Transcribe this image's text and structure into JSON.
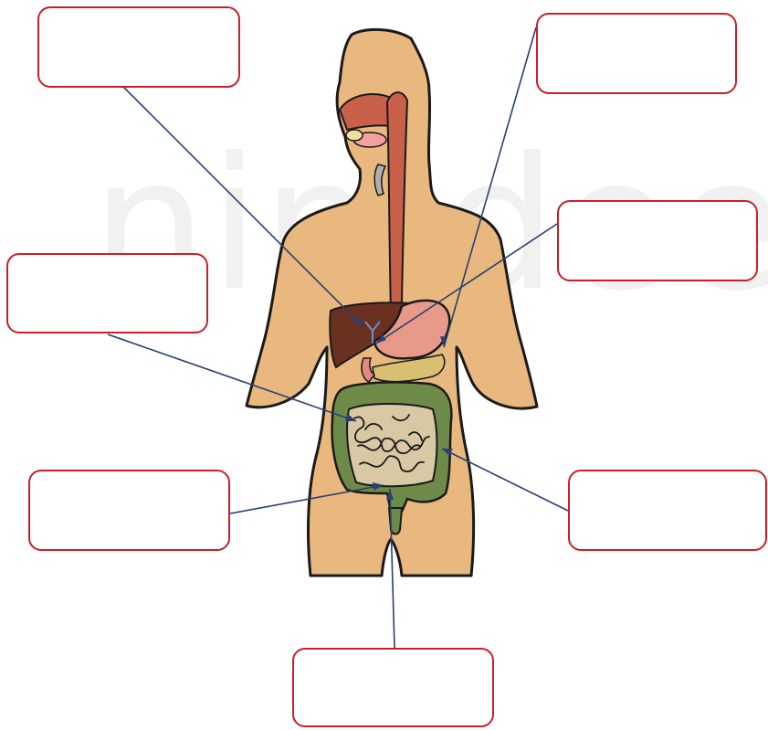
{
  "watermark": {
    "text": "nimdee"
  },
  "colors": {
    "skin": "#e8b87e",
    "outline": "#1a1a1a",
    "esophagus": "#c8604a",
    "liver": "#6a3020",
    "stomach": "#e89a8a",
    "pancreas": "#d8c070",
    "large_intestine": "#6e8a48",
    "small_intestine": "#d8c8a4",
    "leader_line": "#2a3f72",
    "box_border": "#c8202a"
  },
  "label_boxes": [
    {
      "id": "top-left",
      "text": ""
    },
    {
      "id": "top-right",
      "text": ""
    },
    {
      "id": "mid-right",
      "text": ""
    },
    {
      "id": "mid-left",
      "text": ""
    },
    {
      "id": "low-left",
      "text": ""
    },
    {
      "id": "low-right",
      "text": ""
    },
    {
      "id": "bottom",
      "text": ""
    }
  ],
  "organs": [
    "mouth-icon",
    "esophagus-icon",
    "liver-icon",
    "stomach-icon",
    "pancreas-icon",
    "large-intestine-icon",
    "small-intestine-icon",
    "rectum-icon"
  ]
}
